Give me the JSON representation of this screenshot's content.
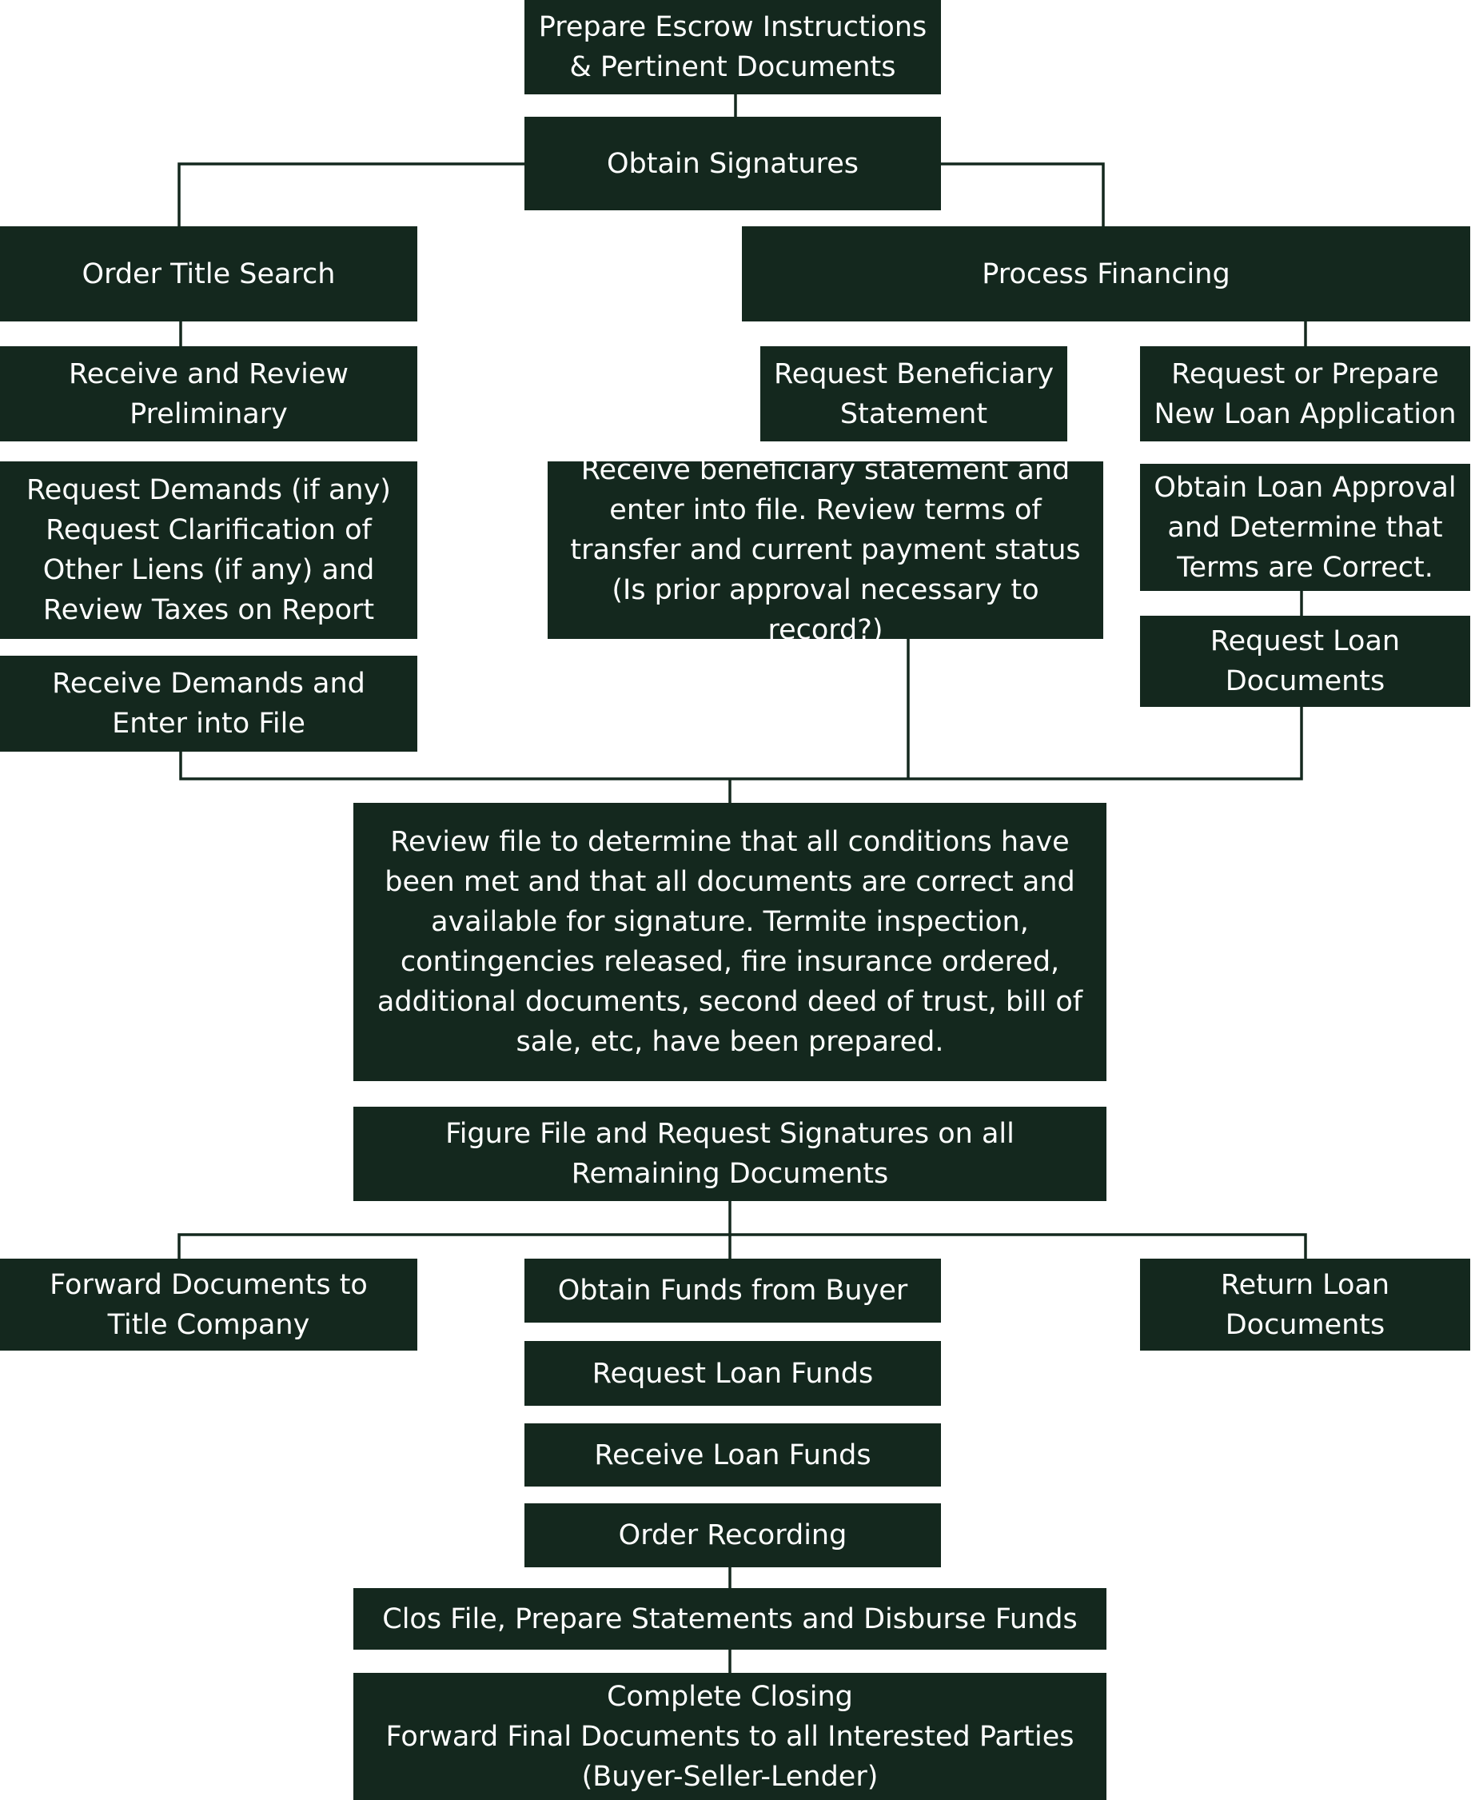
{
  "colors": {
    "box": "#14281e",
    "line": "#14281e",
    "text": "#ffffff",
    "background": "#ffffff"
  },
  "steps": {
    "prepare_escrow": "Prepare Escrow Instructions\n& Pertinent Documents",
    "obtain_signatures": "Obtain Signatures",
    "order_title_search": "Order Title Search",
    "process_financing": "Process Financing",
    "receive_review_preliminary": "Receive and Review\nPreliminary",
    "request_beneficiary_statement": "Request Beneficiary\nStatement",
    "request_new_loan_application": "Request or Prepare\nNew Loan Application",
    "request_demands": "Request Demands (if any)\nRequest Clarification of\nOther Liens (if any) and\nReview Taxes on Report",
    "receive_beneficiary_statement": "Receive beneficiary statement and\nenter into file. Review terms of\ntransfer and current payment status\n(Is prior approval necessary to record?)",
    "obtain_loan_approval": "Obtain Loan Approval\nand Determine that\nTerms are Correct.",
    "request_loan_documents": "Request Loan\nDocuments",
    "receive_demands": "Receive Demands and\nEnter into File",
    "review_file": "Review file to determine that all conditions have\nbeen met and that all documents are correct and\navailable for signature. Termite inspection,\ncontingencies released, fire insurance ordered,\nadditional documents, second deed of trust, bill of\nsale, etc, have been prepared.",
    "figure_file": "Figure File and Request Signatures on all\nRemaining Documents",
    "forward_documents_title": "Forward Documents to\nTitle Company",
    "obtain_funds_buyer": "Obtain Funds from Buyer",
    "return_loan_documents": "Return Loan\nDocuments",
    "request_loan_funds": "Request Loan Funds",
    "receive_loan_funds": "Receive Loan Funds",
    "order_recording": "Order Recording",
    "close_file": "Clos File, Prepare Statements and Disburse Funds",
    "complete_closing": "Complete Closing\nForward Final Documents to all Interested Parties\n(Buyer-Seller-Lender)"
  }
}
